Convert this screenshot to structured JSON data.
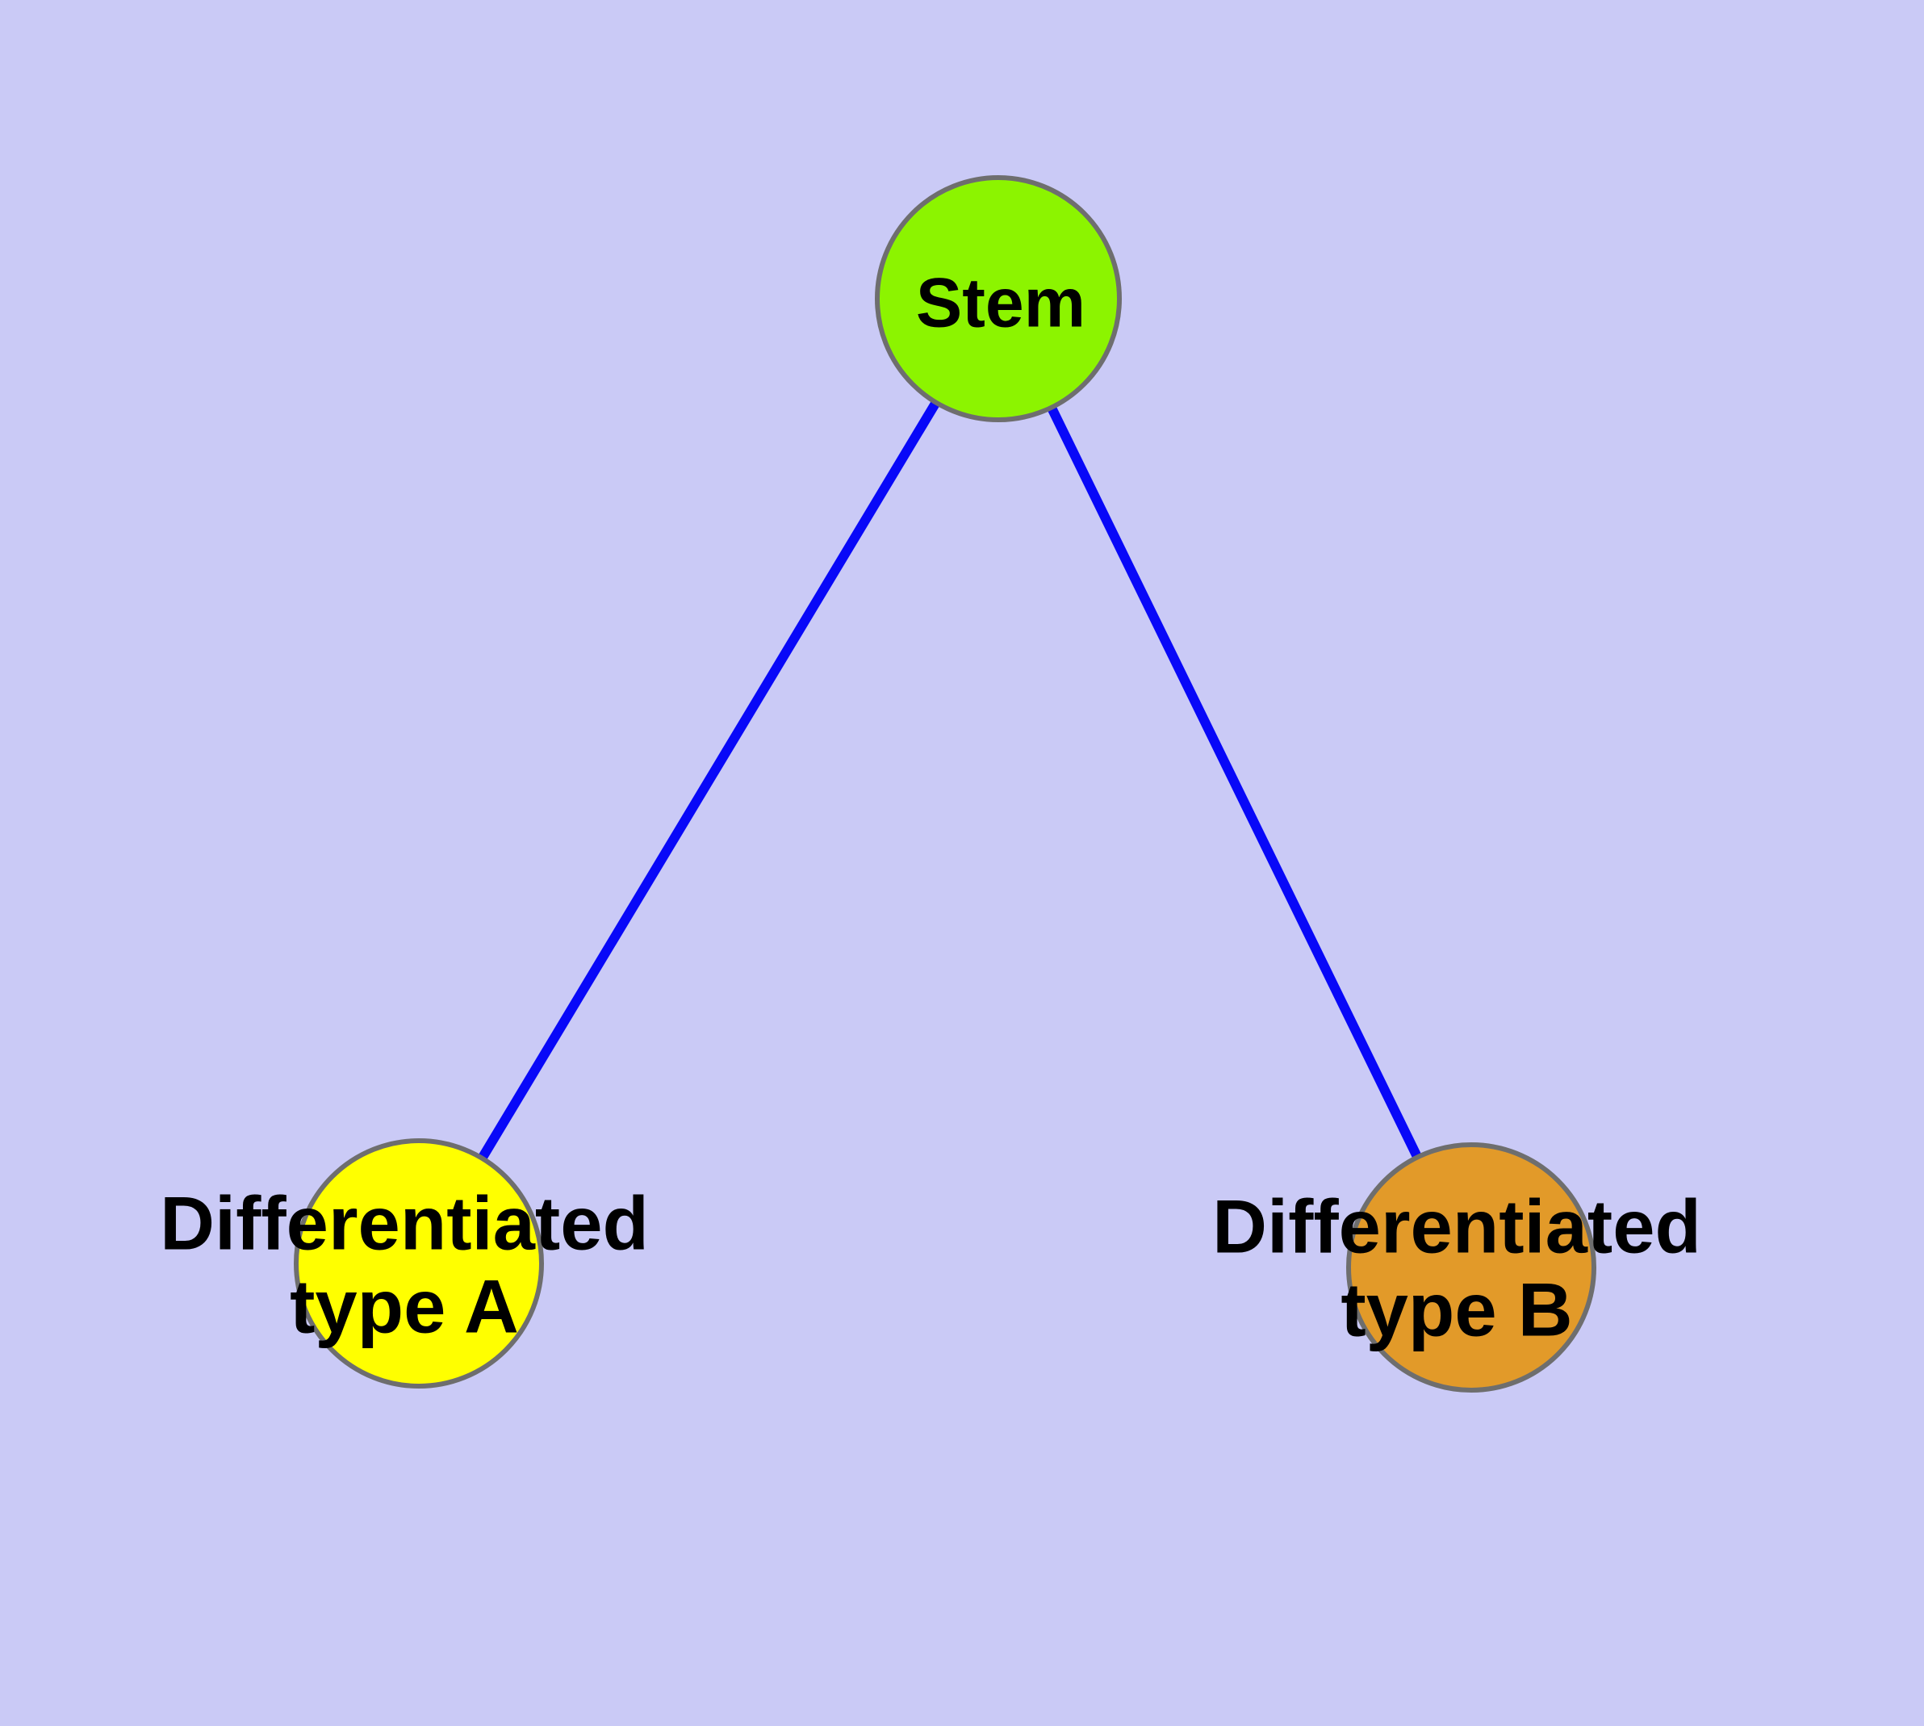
{
  "canvas": {
    "background": "#CACAF6"
  },
  "graph": {
    "nodes": {
      "stem": {
        "label": "Stem",
        "fill": "#8CF400",
        "border": "#6E6E6E"
      },
      "type_a": {
        "label": "Differentiated\ntype A",
        "fill": "#FFFF00",
        "border": "#6E6E6E"
      },
      "type_b": {
        "label": "Differentiated\ntype B",
        "fill": "#E29A29",
        "border": "#6E6E6E"
      }
    },
    "edges": {
      "stem_type_a": {
        "color": "#0808F8"
      },
      "stem_type_b": {
        "color": "#0808F8"
      }
    }
  }
}
